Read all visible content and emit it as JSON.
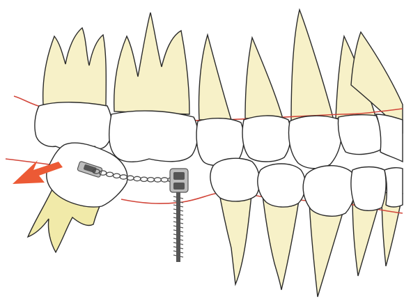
{
  "colors": {
    "tooth_fill": "#f7f1c8",
    "tooth_fill_shaded": "#f1eaa9",
    "crown_fill": "#ffffff",
    "outline": "#2a2a2a",
    "gum_line": "#d2463a",
    "arrow": "#ec5a35",
    "chain": "#8a8a8a",
    "chain_dark": "#4a4a4a",
    "metal": "#bdbdbd",
    "metal_dark": "#555555"
  },
  "icons": {
    "arrow": "extraction-direction-arrow",
    "chain": "elastic-chain",
    "screw": "mini-implant-screw",
    "bracket": "orthodontic-bracket"
  }
}
